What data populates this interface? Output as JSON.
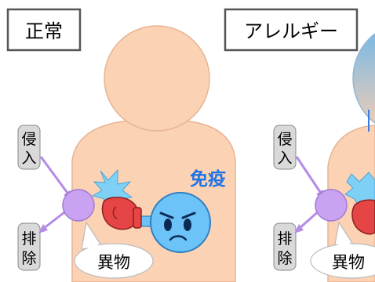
{
  "panels": {
    "normal": {
      "title": "正常",
      "invade": [
        "侵",
        "入"
      ],
      "exclude": [
        "排",
        "除"
      ],
      "immunity": "免疫",
      "foreign": "異物"
    },
    "allergy": {
      "title": "アレルギー",
      "invade": [
        "侵",
        "入"
      ],
      "exclude": [
        "排",
        "除"
      ],
      "foreign": "異物"
    }
  },
  "colors": {
    "skin": "#fcd2b4",
    "skin_edge": "#e6b393",
    "label_box": "#d9d9d9",
    "foreign_body": "#c9a3f2",
    "arrow": "#b48be6",
    "immune_cell": "#6cc3f7",
    "immunity_text": "#1e73e6",
    "glove": "#e64545",
    "spark": "#7fd0f5"
  },
  "icons": [
    "immune-face-icon",
    "boxing-glove-icon",
    "impact-spark-icon",
    "foreign-body-icon"
  ]
}
